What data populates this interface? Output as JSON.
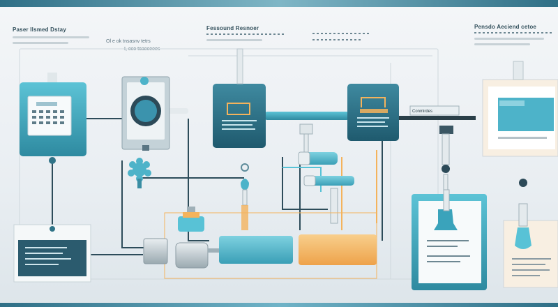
{
  "headers": {
    "left_title": "Paser Ilsmed Dstay",
    "center_title": "Fessound Resnoer",
    "center_sub1": "Ol e ok tnsasnv tetrs",
    "center_sub2": "I, oco toaoceees",
    "right_title": "Pensdo Aeciend cetoe"
  },
  "labels": {
    "bar_label": "Conmirdes"
  },
  "colors": {
    "teal_dark": "#2f7387",
    "teal_light": "#4db3c9",
    "cyan": "#58c2d6",
    "orange": "#f4b35c",
    "navy": "#21495a",
    "steel": "#5d8b9a"
  },
  "icons": [
    "keypad-icon",
    "dial-icon",
    "gear-icon",
    "monitor-icon",
    "display-icon",
    "document-icon",
    "probe-icon",
    "droplet-icon"
  ]
}
